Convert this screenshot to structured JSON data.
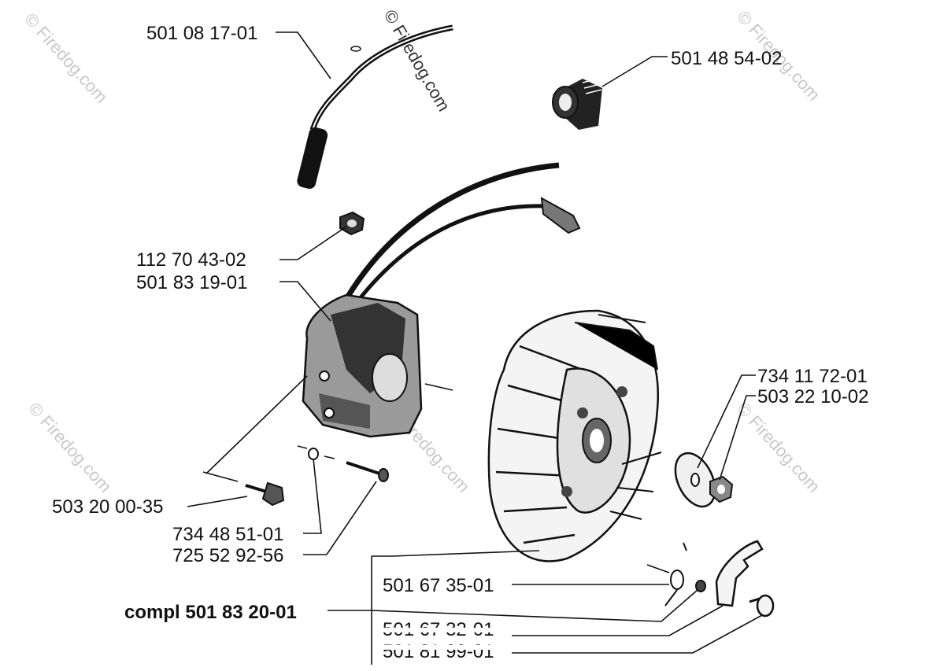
{
  "watermark": "© Firedog.com",
  "labels": {
    "ignition_lead": "501 08 17-01",
    "spark_plug_cap": "501 48 54-02",
    "nut_small": "112 70 43-02",
    "ignition_module": "501 83 19-01",
    "screw_module": "503 20 00-35",
    "washer": "734 48 51-01",
    "screw_long": "725 52 92-56",
    "washer_flywheel": "734 11 72-01",
    "nut_flywheel": "503 22 10-02",
    "spring": "501 67 35-01",
    "compl": "compl 501 83 20-01",
    "pawl": "501 67 32-01",
    "pin": "501 81 99-01"
  }
}
